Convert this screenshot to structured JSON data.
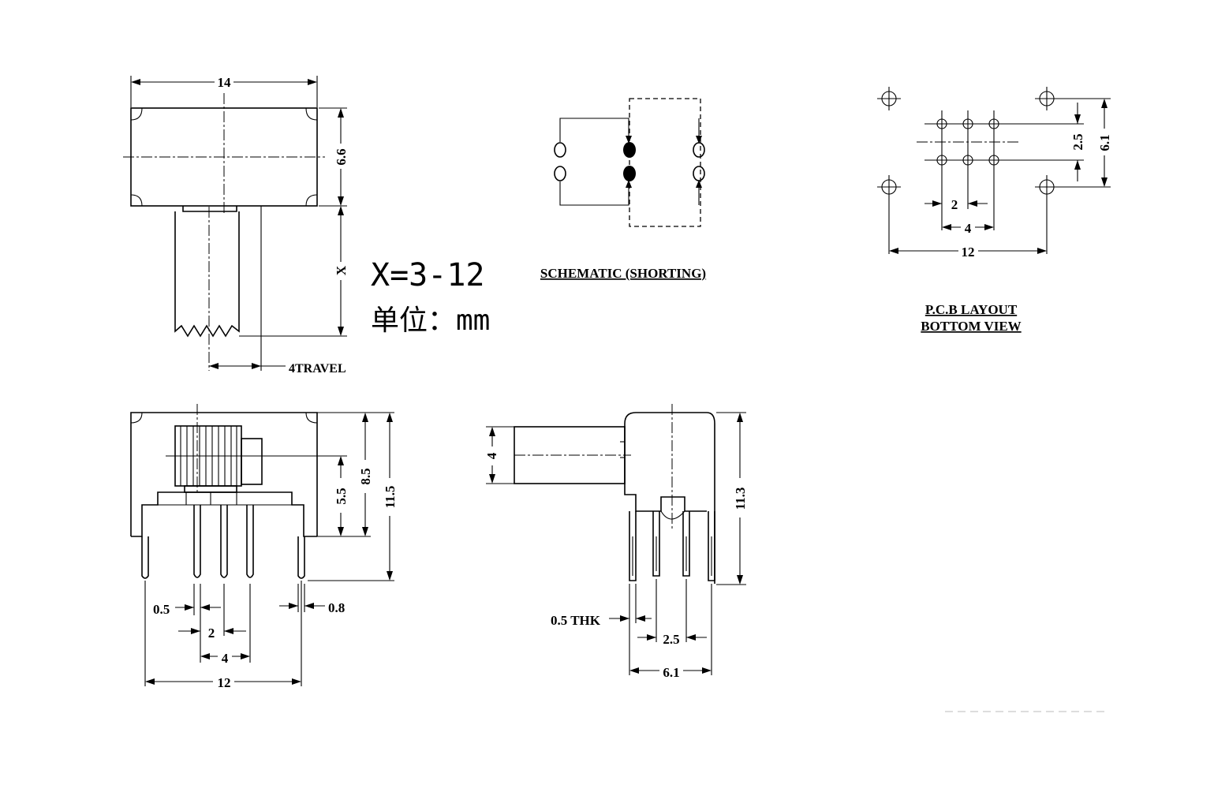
{
  "top_view": {
    "dim_width": "14",
    "dim_height": "6.6",
    "dim_stem": "X",
    "dim_travel": "4TRAVEL"
  },
  "legend": {
    "x_range": "X=3-12",
    "unit_label": "单位：mm"
  },
  "schematic": {
    "label": "SCHEMATIC (SHORTING)"
  },
  "pcb_layout": {
    "dim_pitch": "2",
    "dim_pin_span": "4",
    "dim_mount_span": "12",
    "dim_row_pitch": "2.5",
    "dim_mount_rows": "6.1",
    "label_line1": "P.C.B LAYOUT",
    "label_line2": "BOTTOM VIEW"
  },
  "front_view": {
    "dim_pin_width": "0.5",
    "dim_pitch": "2",
    "dim_pin_span": "4",
    "dim_mount_span": "12",
    "dim_mount_width": "0.8",
    "dim_body_height": "5.5",
    "dim_knob_height": "8.5",
    "dim_total_height": "11.5"
  },
  "side_view": {
    "dim_knob": "4",
    "dim_thickness": "0.5 THK",
    "dim_row_pitch": "2.5",
    "dim_mount_rows": "6.1",
    "dim_total_height": "11.3"
  }
}
